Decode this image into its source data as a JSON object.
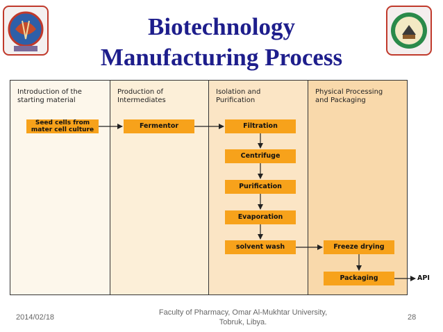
{
  "title": {
    "line1": "Biotechnology",
    "line2": "Manufacturing Process"
  },
  "columns": [
    "Introduction of the\nstarting material",
    "Production of\nIntermediates",
    "Isolation and\nPurification",
    "Physical Processing\nand Packaging"
  ],
  "boxes": {
    "seed": "Seed cells from\nmater cell culture",
    "fermentor": "Fermentor",
    "filtration": "Filtration",
    "centrifuge": "Centrifuge",
    "purification": "Purification",
    "evaporation": "Evaporation",
    "solvent_wash": "solvent wash",
    "freeze_drying": "Freeze drying",
    "packaging": "Packaging"
  },
  "output_label": "API",
  "footer": {
    "date": "2014/02/18",
    "institution": "Faculty of Pharmacy, Omar Al-Mukhtar University, Tobruk, Libya.",
    "page": "28"
  },
  "colors": {
    "title": "#1e1e8c",
    "box": "#f7a21b",
    "col1": "#fdf7eb",
    "col2": "#fcefd8",
    "col3": "#fbe5c5",
    "col4": "#f9d9ab"
  }
}
